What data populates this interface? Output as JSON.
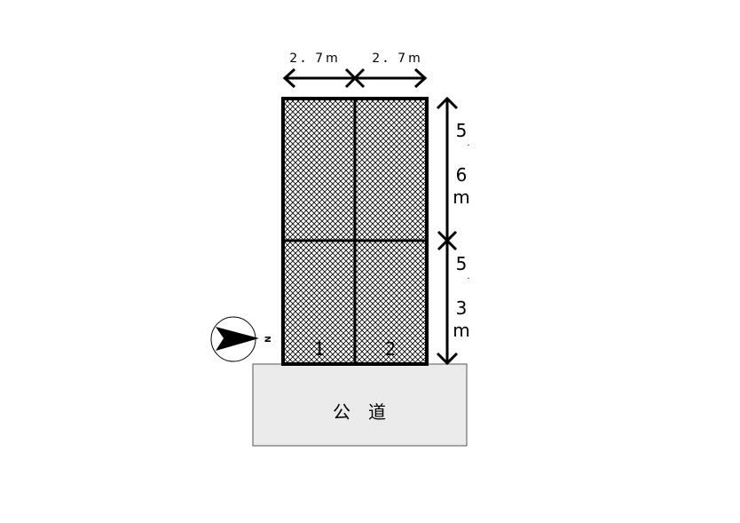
{
  "width_labels": [
    "2．7m",
    "2．7m"
  ],
  "depth_labels": [
    {
      "chars": [
        "5",
        ".",
        "6",
        "m"
      ]
    },
    {
      "chars": [
        "5",
        ".",
        "3",
        "m"
      ]
    }
  ],
  "spaces": [
    "1",
    "2"
  ],
  "road_label": "公　道",
  "compass": {
    "icon": "north-arrow-icon",
    "label": "N"
  },
  "colors": {
    "road_fill": "#ebebeb",
    "line": "#000000"
  }
}
